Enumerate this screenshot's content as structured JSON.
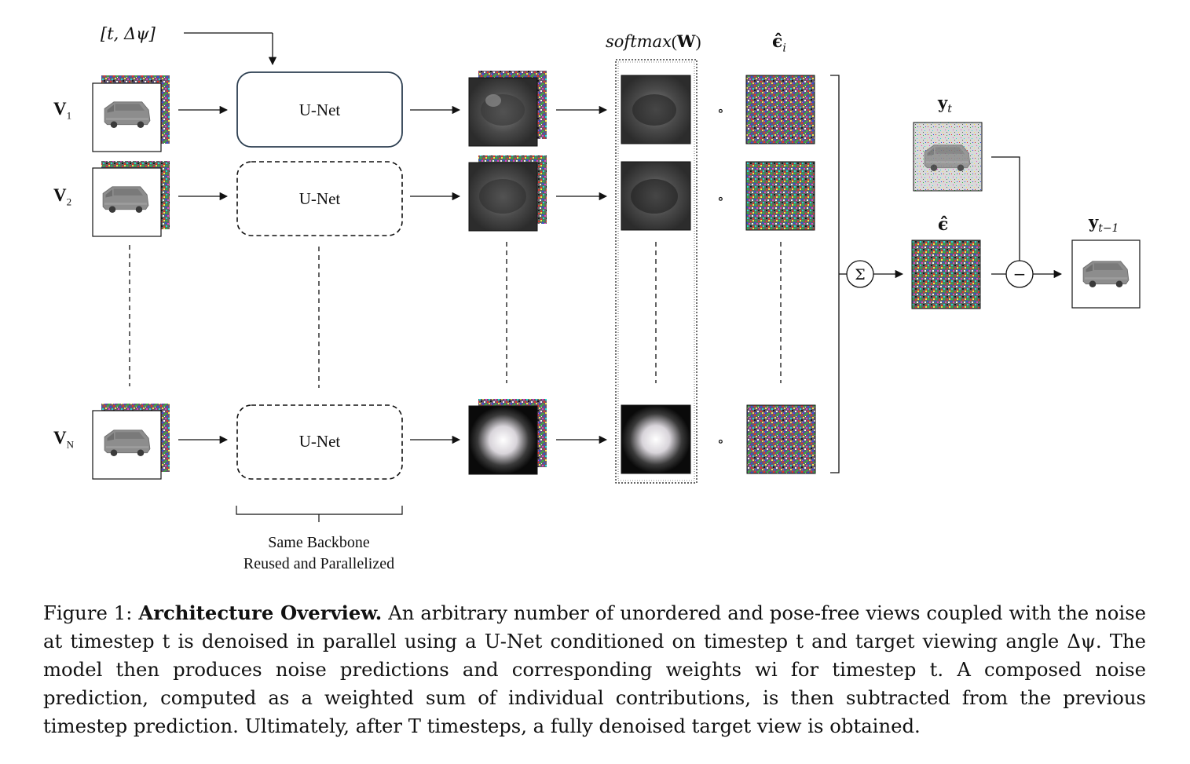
{
  "diagram": {
    "condition_label": "[t, Δψ]",
    "views": [
      {
        "symbol": "V",
        "subscript": "1"
      },
      {
        "symbol": "V",
        "subscript": "2"
      },
      {
        "symbol": "V",
        "subscript": "N"
      }
    ],
    "unet_label": "U-Net",
    "softmax_label": {
      "text": "softmax",
      "arg": "W"
    },
    "eps_i_label": {
      "symbol": "ϵ̂",
      "subscript": "i"
    },
    "hadamard_symbol": "∘",
    "sum_symbol": "Σ",
    "minus_symbol": "−",
    "yt_label": {
      "symbol": "y",
      "subscript": "t"
    },
    "eps_hat_label": "ϵ̂",
    "ytm1_label": {
      "symbol": "y",
      "subscript": "t−1"
    },
    "backbone_note": [
      "Same Backbone",
      "Reused and Parallelized"
    ]
  },
  "caption": {
    "prefix": "Figure 1: ",
    "title": "Architecture Overview.",
    "body": " An arbitrary number of unordered and pose-free views coupled with the noise at timestep t is denoised in parallel using a U-Net conditioned on timestep t and target viewing angle Δψ. The model then produces noise predictions and corresponding weights wi for timestep t. A composed noise prediction, computed as a weighted sum of individual contributions, is then subtracted from the previous timestep prediction. Ultimately, after T timesteps, a fully denoised target view is obtained."
  },
  "colors": {
    "unet_solid_border": "#2c3e50",
    "line": "#111111",
    "weight_map_bg": "#1a1a1a"
  }
}
